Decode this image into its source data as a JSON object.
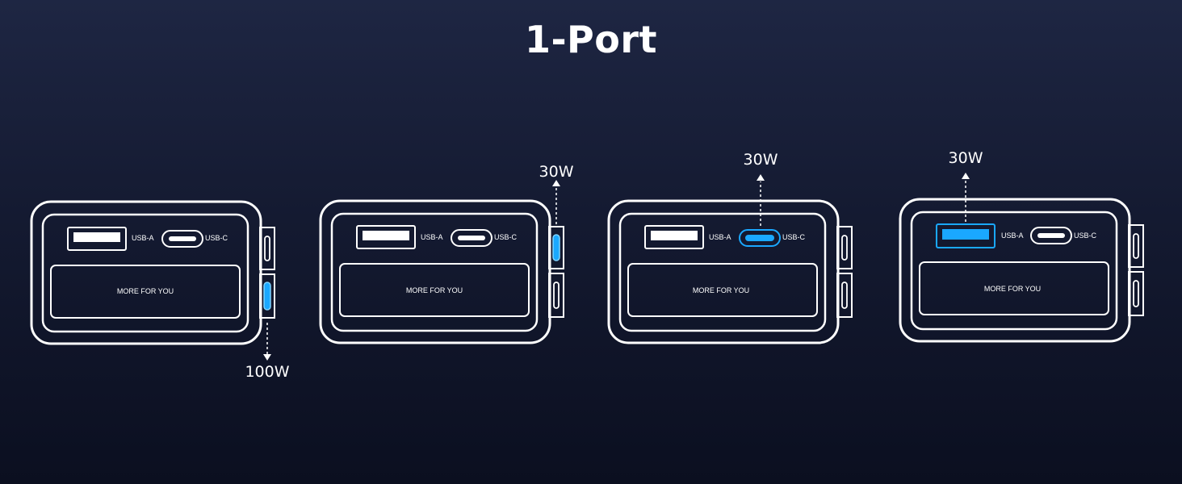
{
  "title": "1-Port",
  "colors": {
    "accent": "#1aa8ff",
    "outline": "#ffffff"
  },
  "devices": [
    {
      "usb_a": "USB-A",
      "usb_c": "USB-C",
      "panel": "MORE FOR YOU",
      "watt": "100W",
      "active_port": "side-bottom"
    },
    {
      "usb_a": "USB-A",
      "usb_c": "USB-C",
      "panel": "MORE FOR YOU",
      "watt": "30W",
      "active_port": "side-top"
    },
    {
      "usb_a": "USB-A",
      "usb_c": "USB-C",
      "panel": "MORE FOR YOU",
      "watt": "30W",
      "active_port": "front-usb-c"
    },
    {
      "usb_a": "USB-A",
      "usb_c": "USB-C",
      "panel": "MORE FOR YOU",
      "watt": "30W",
      "active_port": "front-usb-a"
    }
  ]
}
